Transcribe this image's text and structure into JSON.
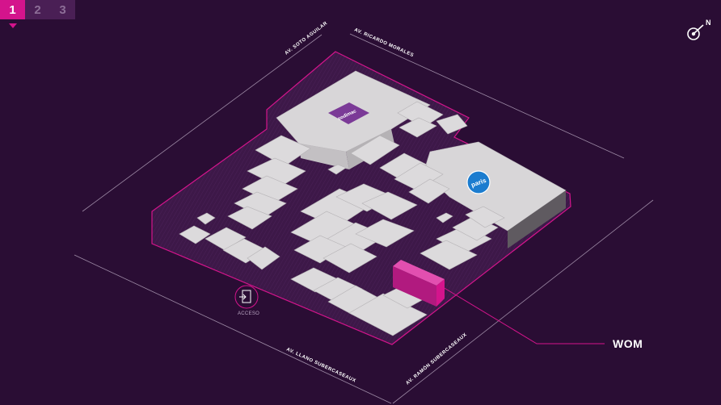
{
  "floors": {
    "items": [
      "1",
      "2",
      "3"
    ],
    "active": "1"
  },
  "compass": {
    "label": "N"
  },
  "streets": {
    "soto_aguilar": "AV. SOTO AGUILAR",
    "ricardo_morales": "AV. RICARDO MORALES",
    "llano_subercaseaux": "AV. LLANO SUBERCASEAUX",
    "ramon_subercaseaux": "AV. RAMÓN SUBERCASEAUX"
  },
  "anchors": {
    "top_store": "sodimac",
    "right_store": "paris"
  },
  "access": {
    "label": "ACCESO"
  },
  "highlight": {
    "store_name": "WOM",
    "color": "#d4148c"
  },
  "colors": {
    "background": "#2a0d34",
    "accent": "#d4148c",
    "building": "#d8d6d8"
  }
}
